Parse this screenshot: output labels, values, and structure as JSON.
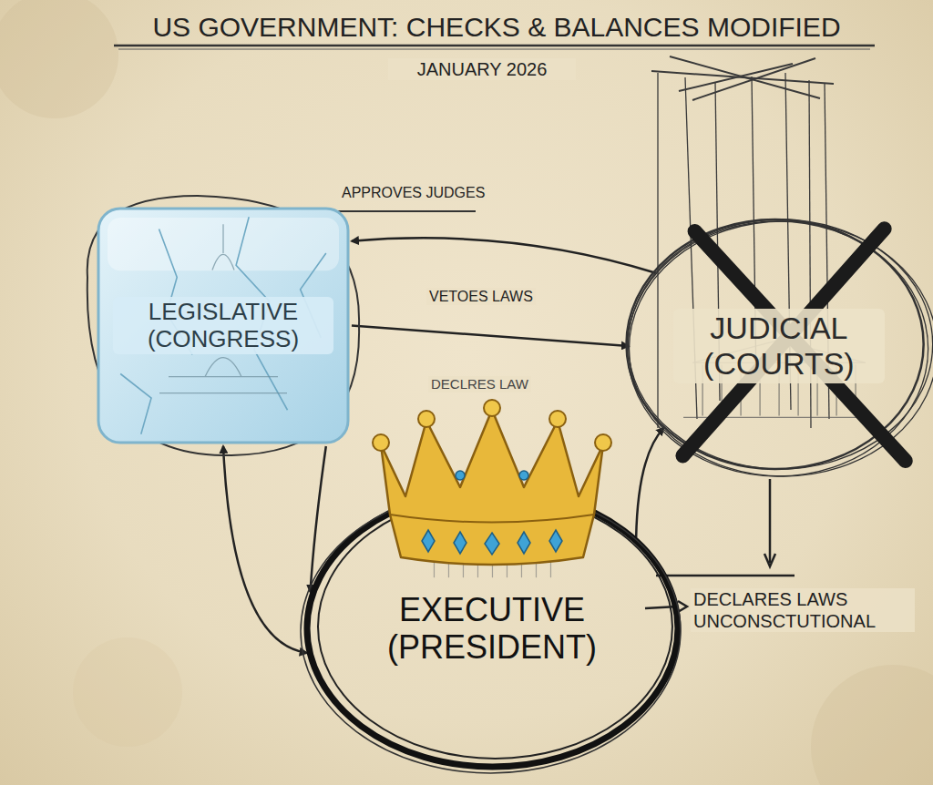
{
  "diagram": {
    "title": "US GOVERNMENT: CHECKS & BALANCES MODIFIED",
    "nodes": [
      {
        "text": [
          "LEGISLATIVE (CONGRESS)"
        ]
      },
      {
        "text": [
          "JUDICIAL (COURTS)"
        ]
      },
      {
        "text": [
          "EXECUTIVE (PRESIDENT)"
        ]
      }
    ],
    "edges": [
      {
        "from": 1,
        "to": 0,
        "label": "APPROVES JUDGES",
        "arrow": "to"
      },
      {
        "from": 0,
        "to": 1,
        "label": "VETOES LAWS",
        "arrow": "to"
      },
      {
        "from": 0,
        "to": 2,
        "arrow": "to"
      },
      {
        "from": 0,
        "to": 2,
        "arrow": "both"
      },
      {
        "from": 2,
        "to": 1,
        "arrow": "to"
      }
    ],
    "labels": [
      "JANUARY 2026",
      "DECLRES LAW",
      "DECLARES LAWS UNCONSCTUTIONAL"
    ]
  }
}
